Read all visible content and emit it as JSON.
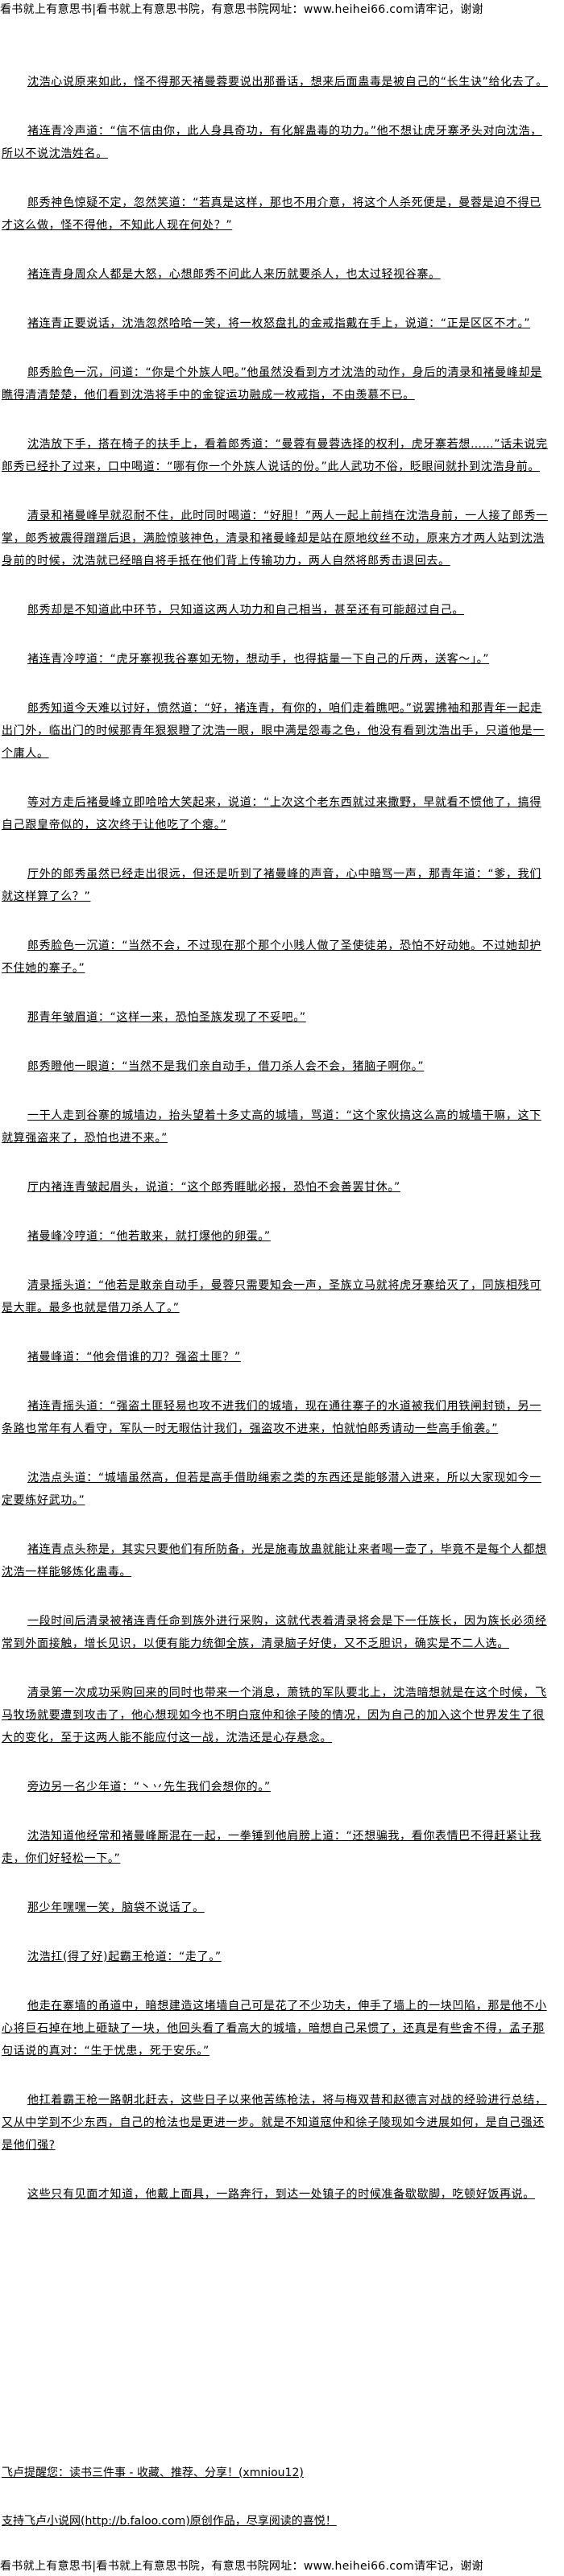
{
  "site_banner": "看书就上有意思书|看书就上有意思书院，有意思书院网址：www.heihei66.com请牢记，谢谢",
  "paragraphs": [
    "沈浩心说原来如此，怪不得那天褚曼蓉要说出那番话，想来后面蛊毒是被自己的“长生诀”给化去了。",
    "褚连青冷声道：“信不信由你，此人身具奇功，有化解蛊毒的功力。”他不想让虎牙寨矛头对向沈浩，所以不说沈浩姓名。",
    "郎秀神色惊疑不定，忽然笑道：“若真是这样，那也不用介意，将这个人杀死便是，曼蓉是迫不得已才这么做，怪不得他，不知此人现在何处？”",
    "褚连青身周众人都是大怒，心想郎秀不问此人来历就要杀人，也太过轻视谷寨。",
    "褚连青正要说话，沈浩忽然哈哈一笑，将一枚怒盘扎的金戒指戴在手上，说道：“正是区区不才。”",
    "郎秀脸色一沉，问道：“你是个外族人吧。”他虽然没看到方才沈浩的动作，身后的清录和褚曼峰却是瞧得清清楚楚，他们看到沈浩将手中的金锭运功融成一枚戒指，不由羡慕不已。",
    "沈浩放下手，搭在椅子的扶手上，看着郎秀道：“曼蓉有曼蓉选择的权利，虎牙寨若想……”话未说完郎秀已经扑了过来，口中喝道：“哪有你一个外族人说话的份。”此人武功不俗，眨眼间就扑到沈浩身前。",
    "清录和褚曼峰早就忍耐不住，此时同时喝道：“好胆！”两人一起上前挡在沈浩身前，一人接了郎秀一掌，郎秀被震得蹭蹭后退，满脸惊骇神色，清录和褚曼峰却是站在原地纹丝不动，原来方才两人站到沈浩身前的时候，沈浩就已经暗自将手抵在他们背上传输功力，两人自然将郎秀击退回去。",
    "郎秀却是不知道此中环节，只知道这两人功力和自己相当，甚至还有可能超过自己。",
    "褚连青冷哼道：“虎牙寨视我谷寨如无物，想动手，也得掂量一下自己的斤两，送客～」。”",
    "郎秀知道今天难以讨好，愤然道：“好，褚连青，有你的，咱们走着瞧吧。”说罢拂袖和那青年一起走出门外，临出门的时候那青年狠狠瞪了沈浩一眼，眼中满是怨毒之色，他没有看到沈浩出手，只道他是一个庸人。",
    "等对方走后褚曼峰立即哈哈大笑起来，说道：“上次这个老东西就过来撒野，早就看不惯他了，搞得自己跟皇帝似的，这次终于让他吃了个瘪。”",
    "厅外的郎秀虽然已经走出很远，但还是听到了褚曼峰的声音，心中暗骂一声，那青年道：“爹，我们就这样算了么？”",
    "郎秀脸色一沉道：“当然不会，不过现在那个那个小贱人做了圣使徒弟，恐怕不好动她。不过她却护不住她的寨子。”",
    "那青年皱眉道：“这样一来，恐怕圣族发现了不妥吧。”",
    "郎秀瞪他一眼道：“当然不是我们亲自动手，借刀杀人会不会，猪脑子啊你。”",
    "一干人走到谷寨的城墙边，抬头望着十多丈高的城墙，骂道：“这个家伙搞这么高的城墙干嘛，这下就算强盗来了，恐怕也进不来。”",
    "厅内褚连青皱起眉头，说道：“这个郎秀睚眦必报，恐怕不会善罢甘休。”",
    "褚曼峰冷哼道：“他若敢来，就打爆他的卵蛋。”",
    "清录摇头道：“他若是敢亲自动手，曼蓉只需要知会一声，圣族立马就将虎牙寨给灭了，同族相残可是大罪。最多也就是借刀杀人了。”",
    "褚曼峰道：“他会借谁的刀？强盗土匪？”",
    "褚连青摇头道：“强盗土匪轻易也攻不进我们的城墙，现在通往寨子的水道被我们用铁闸封锁，另一条路也常年有人看守，军队一时无暇估计我们，强盗攻不进来，怕就怕郎秀请动一些高手偷袭。”",
    "沈浩点头道：“城墙虽然高，但若是高手借助绳索之类的东西还是能够潜入进来，所以大家现如今一定要练好武功。”",
    "褚连青点头称是，其实只要他们有所防备，光是施毒放蛊就能让来者喝一壶了，毕竟不是每个人都想沈浩一样能够炼化蛊毒。",
    "一段时间后清录被褚连青任命到族外进行采购，这就代表着清录将会是下一任族长，因为族长必须经常到外面接触，增长见识，以便有能力统御全族，清录脑子好使，又不乏胆识，确实是不二人选。",
    "清录第一次成功采购回来的同时也带来一个消息，萧铣的军队要北上，沈浩暗想就是在这个时候，飞马牧场就要遭到攻击了，他心想现如今也不明白寇仲和徐子陵的情况，因为自己的加入这个世界发生了很大的变化，至于这两人能不能应付这一战，沈浩还是心存悬念。",
    "旁边另一名少年道：“丶丷先生我们会想你的。”",
    "沈浩知道他经常和褚曼峰厮混在一起，一拳锤到他肩膀上道：“还想骗我，看你表情巴不得赶紧让我走，你们好轻松一下。”",
    "那少年嘿嘿一笑，脑袋不说话了。",
    "沈浩扛(得了好)起霸王枪道：“走了。”",
    "他走在寨墙的甬道中，暗想建造这堵墙自己可是花了不少功夫，伸手了墙上的一块凹陷，那是他不小心将巨石掉在地上砸缺了一块，他回头看了看高大的城墙，暗想自己呆惯了，还真是有些舍不得，孟子那句话说的真对：“生于忧患，死于安乐。”",
    "他扛着霸王枪一路朝北赶去，这些日子以来他苦练枪法，将与梅双昔和赵德言对战的经验进行总结，又从中学到不少东西，自己的枪法也是更进一步。就是不知道寇仲和徐子陵现如今进展如何，是自己强还是他们强?",
    "这些只有见面才知道，他戴上面具，一路奔行，到达一处镇子的时候准备歇歇脚，吃顿好饭再说。"
  ],
  "footer": {
    "reminder": "飞卢提醒您：读书三件事 - 收藏、推荐、分享！(xmniou12)",
    "support": "支持飞卢小说网(http://b.faloo.com)原创作品，尽享阅读的喜悦！"
  }
}
